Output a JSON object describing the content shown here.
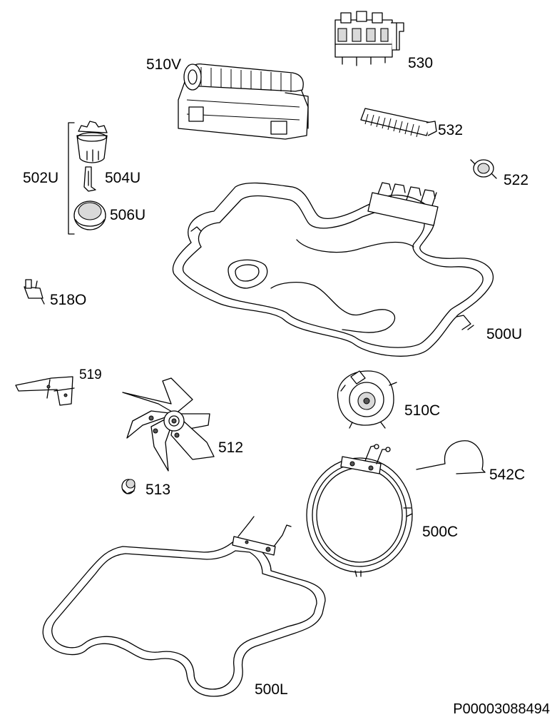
{
  "labels": {
    "p530": "530",
    "p510V": "510V",
    "p532": "532",
    "p502U": "502U",
    "p504U": "504U",
    "p522": "522",
    "p506U": "506U",
    "p518O": "518O",
    "p500U": "500U",
    "p519": "519",
    "p510C": "510C",
    "p512": "512",
    "p542C": "542C",
    "p513": "513",
    "p500C": "500C",
    "p500L": "500L"
  },
  "footer": {
    "drawing_code": "P00003088494"
  }
}
